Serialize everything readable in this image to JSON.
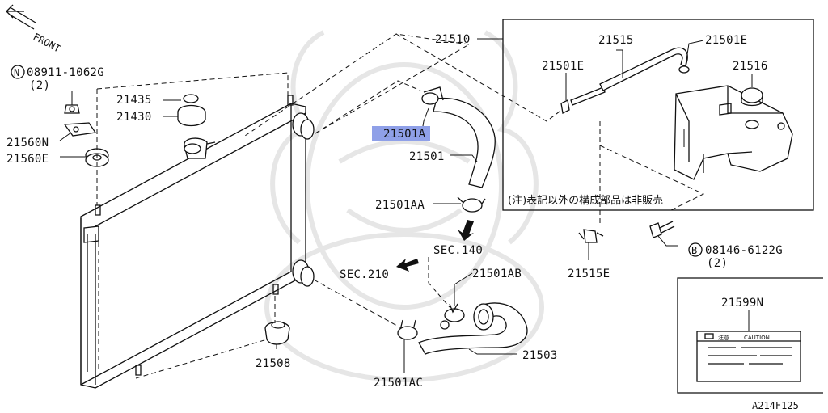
{
  "diagram": {
    "direction_label": "FRONT",
    "callouts": {
      "nut_spec": "08911-1062G",
      "nut_qty": "(2)",
      "nut_marker": "N",
      "bolt_spec": "08146-6122G",
      "bolt_qty": "(2)",
      "bolt_marker": "B",
      "p21435": "21435",
      "p21430": "21430",
      "p21560N": "21560N",
      "p21560E": "21560E",
      "p21510": "21510",
      "p21515": "21515",
      "p21501E_a": "21501E",
      "p21501E_b": "21501E",
      "p21516": "21516",
      "p21501A": "21501A",
      "p21501": "21501",
      "p21501AA": "21501AA",
      "sec140": "SEC.140",
      "sec210": "SEC.210",
      "p21501AB": "21501AB",
      "p21515E": "21515E",
      "p21508": "21508",
      "p21501AC": "21501AC",
      "p21503": "21503",
      "p21599N": "21599N"
    },
    "note": "(注)表記以外の構成部品は非販売",
    "caution_label": {
      "jp": "注意",
      "en": "CAUTION"
    },
    "figure_id": "A214F125",
    "highlight_color": "#8fa0e8"
  }
}
